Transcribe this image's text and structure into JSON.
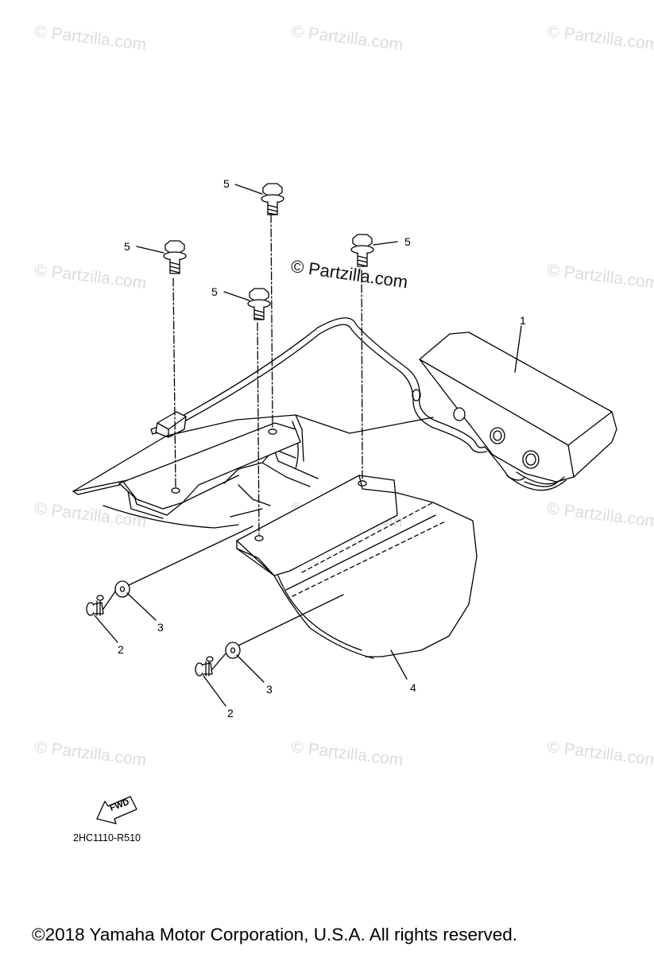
{
  "watermark": {
    "text": "© Partzilla.com"
  },
  "center_watermark": {
    "text": "© Partzilla.com"
  },
  "callouts": {
    "bolt_1": "5",
    "bolt_2": "5",
    "bolt_3": "5",
    "bolt_4": "5",
    "part_1": "1",
    "part_4": "4",
    "washer_left": "3",
    "washer_right": "3",
    "rivet_left": "2",
    "rivet_right": "2"
  },
  "fwd_arrow": {
    "label": "FWD"
  },
  "diagram_code": "2HC1110-R510",
  "copyright": "©2018  Yamaha Motor Corporation, U.S.A. All rights reserved."
}
